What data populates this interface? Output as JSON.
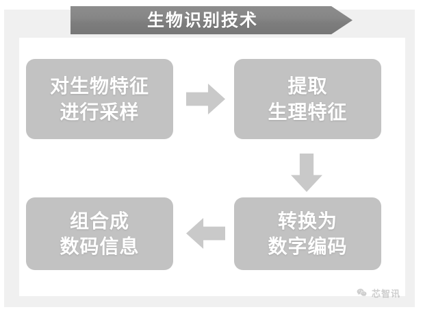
{
  "banner": {
    "title": "生物识别技术"
  },
  "flow": {
    "boxes": [
      {
        "id": "sample",
        "name": "process-box-sample",
        "line1": "对生物特征",
        "line2": "进行采样"
      },
      {
        "id": "extract",
        "name": "process-box-extract",
        "line1": "提取",
        "line2": "生理特征"
      },
      {
        "id": "combine",
        "name": "process-box-combine",
        "line1": "组合成",
        "line2": "数码信息"
      },
      {
        "id": "convert",
        "name": "process-box-convert",
        "line1": "转换为",
        "line2": "数字编码"
      }
    ],
    "arrows": [
      {
        "icon": "arrow-right-icon",
        "direction": "right"
      },
      {
        "icon": "arrow-down-icon",
        "direction": "down"
      },
      {
        "icon": "arrow-left-icon",
        "direction": "left"
      }
    ]
  },
  "watermark": {
    "icon": "wechat-icon",
    "text": "芯智讯"
  },
  "colors": {
    "banner_gray": "#868686",
    "box_gray": "#c2c2c2",
    "arrow_gray": "#c9c9c9",
    "frame_gray": "#f0f0f0",
    "panel_white": "#ffffff",
    "text_white": "#ffffff",
    "watermark_gray": "#9a9a9a"
  }
}
